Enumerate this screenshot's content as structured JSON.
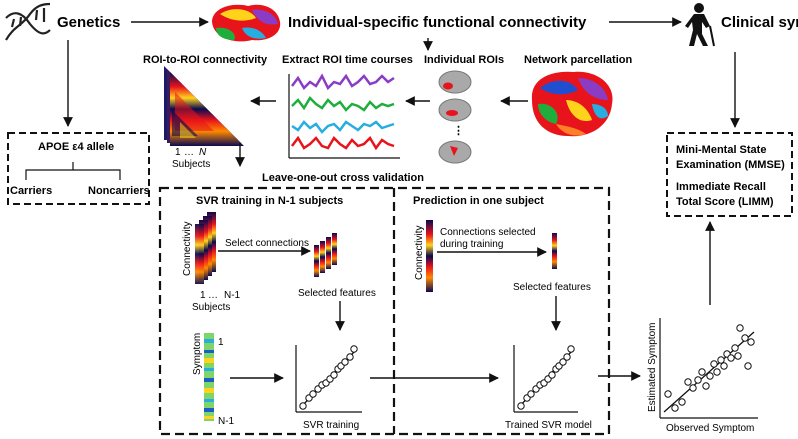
{
  "headers": {
    "genetics": "Genetics",
    "connectivity": "Individual-specific functional connectivity",
    "clinical": "Clinical symptoms"
  },
  "pipeline": {
    "roi_connectivity": "ROI-to-ROI connectivity",
    "extract_timecourses": "Extract ROI time courses",
    "individual_rois": "Individual ROIs",
    "network_parcellation": "Network parcellation",
    "matrix_index_1": "1",
    "matrix_index_dots": "…",
    "matrix_index_n": "N",
    "subjects": "Subjects",
    "roi_dots": "⋮",
    "loocv": "Leave-one-out cross validation"
  },
  "apoe": {
    "title": "APOE ε4 allele",
    "carriers": "Carriers",
    "noncarriers": "Noncarriers"
  },
  "scores": {
    "line1": "Mini-Mental State",
    "line2": "Examination (MMSE)",
    "line3": "Immediate Recall",
    "line4": "Total Score (LIMM)"
  },
  "training": {
    "title": "SVR training in N-1 subjects",
    "connectivity": "Connectivity",
    "select_connections": "Select connections",
    "selected_features": "Selected features",
    "index_1": "1",
    "index_dots": "…",
    "index_n1": "N-1",
    "subjects": "Subjects",
    "symptom": "Symptom",
    "symptom_top": "1",
    "symptom_bottom": "N-1",
    "svr_training": "SVR training"
  },
  "prediction": {
    "title": "Prediction in one subject",
    "connectivity": "Connectivity",
    "connections_selected_1": "Connections selected",
    "connections_selected_2": "during training",
    "selected_features": "Selected features",
    "trained_model": "Trained SVR model"
  },
  "result": {
    "y_label": "Estimated Symptom",
    "x_label": "Observed Symptom"
  },
  "colors": {
    "timecourse_1": "#8a3cc4",
    "timecourse_2": "#1fae3c",
    "timecourse_3": "#27aee0",
    "timecourse_4": "#e8141c",
    "dashed_box": "#111111",
    "roi_marker": "#e8141c"
  },
  "icons": [
    "dna-icon",
    "brain-connectivity-icon",
    "elderly-person-icon",
    "brain-parcellation-icon"
  ]
}
